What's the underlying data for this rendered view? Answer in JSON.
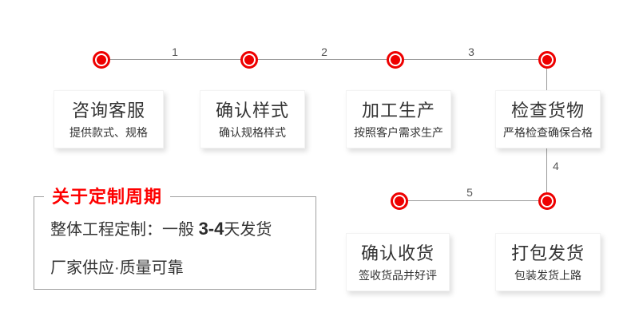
{
  "diagram": {
    "steps": [
      {
        "title": "咨询客服",
        "subtitle": "提供款式、规格"
      },
      {
        "title": "确认样式",
        "subtitle": "确认规格样式"
      },
      {
        "title": "加工生产",
        "subtitle": "按照客户需求生产"
      },
      {
        "title": "检查货物",
        "subtitle": "严格检查确保合格"
      },
      {
        "title": "打包发货",
        "subtitle": "包装发货上路"
      },
      {
        "title": "确认收货",
        "subtitle": "签收货品并好评"
      }
    ],
    "edge_labels": [
      "1",
      "2",
      "3",
      "4",
      "5"
    ]
  },
  "info_box": {
    "title": "关于定制周期",
    "line1_prefix": "整体工程定制：一般 ",
    "line1_bold": "3-4",
    "line1_suffix": "天发货",
    "line2": "厂家供应·质量可靠"
  },
  "colors": {
    "accent_red": "#ee0000",
    "title_red": "#fe0000",
    "line_gray": "#999999",
    "border_gray": "#a0a0a0",
    "text_dark": "#333333"
  }
}
